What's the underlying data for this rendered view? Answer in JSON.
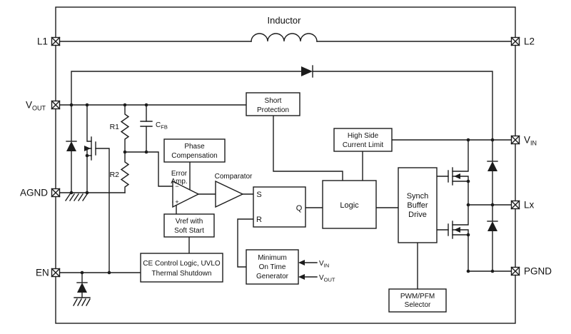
{
  "diagram": {
    "inductor_label": "Inductor",
    "pins": {
      "l1": "L1",
      "l2": "L2",
      "vout": {
        "main": "V",
        "sub": "OUT"
      },
      "agnd": "AGND",
      "en": "EN",
      "vin": {
        "main": "V",
        "sub": "IN"
      },
      "lx": "Lx",
      "pgnd": "PGND"
    },
    "blocks": {
      "short_protection": {
        "line1": "Short",
        "line2": "Protection"
      },
      "high_side_current_limit": {
        "line1": "High Side",
        "line2": "Current Limit"
      },
      "phase_compensation": {
        "line1": "Phase",
        "line2": "Compensation"
      },
      "error_amp": {
        "line1": "Error",
        "line2": "Amp."
      },
      "comparator": "Comparator",
      "latch": {
        "s": "S",
        "r": "R",
        "q": "Q"
      },
      "logic": "Logic",
      "synch_buffer_drive": {
        "line1": "Synch",
        "line2": "Buffer",
        "line3": "Drive"
      },
      "vref": {
        "line1": "Vref with",
        "line2": "Soft Start"
      },
      "ce_control": {
        "line1": "CE Control Logic, UVLO",
        "line2": "Thermal Shutdown"
      },
      "min_on_time": {
        "line1": "Minimum",
        "line2": "On Time",
        "line3": "Generator"
      },
      "pwm_pfm": {
        "line1": "PWM/PFM",
        "line2": "Selector"
      }
    },
    "components": {
      "r1": "R1",
      "r2": "R2",
      "cfb": {
        "main": "C",
        "sub": "FB"
      },
      "vin_input": {
        "main": "V",
        "sub": "IN"
      },
      "vout_input": {
        "main": "V",
        "sub": "OUT"
      }
    },
    "opamp": {
      "minus": "−",
      "plus": "+"
    },
    "colors": {
      "line": "#1c1c1c",
      "background": "#ffffff",
      "box_fill": "#ffffff"
    }
  }
}
